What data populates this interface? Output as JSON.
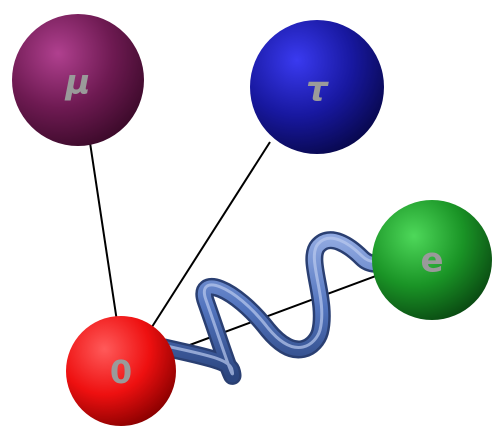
{
  "diagram": {
    "nodes": [
      {
        "id": "mu",
        "label": "μ",
        "color": "#7a1f5c"
      },
      {
        "id": "tau",
        "label": "τ",
        "color": "#1a1aa8"
      },
      {
        "id": "e",
        "label": "e",
        "color": "#1e9a2a"
      },
      {
        "id": "zero",
        "label": "0",
        "color": "#ff1a1a"
      }
    ],
    "links": [
      {
        "from": "zero",
        "to": "mu",
        "style": "line"
      },
      {
        "from": "zero",
        "to": "tau",
        "style": "line"
      },
      {
        "from": "zero",
        "to": "e",
        "style": "line"
      },
      {
        "from": "zero",
        "to": "e",
        "style": "spring",
        "color": "#5577bb"
      }
    ]
  }
}
